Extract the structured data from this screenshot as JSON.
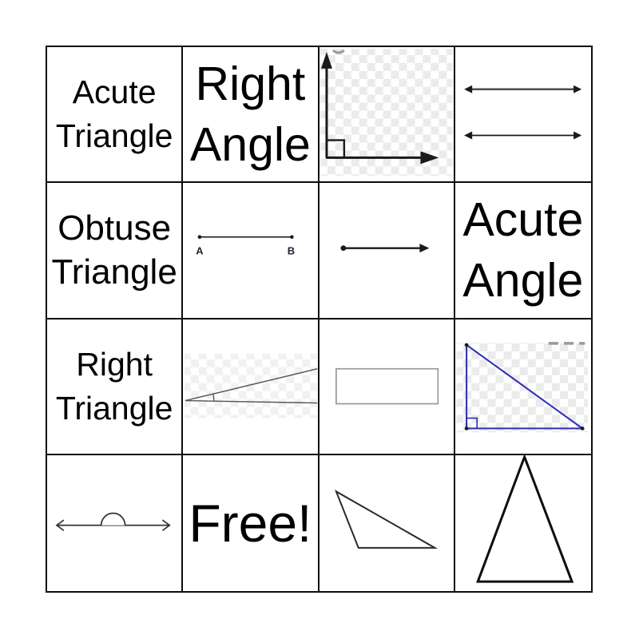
{
  "board": {
    "kind": "bingo-card",
    "rows": 4,
    "cols": 4,
    "cells": [
      {
        "row": 1,
        "col": 1,
        "type": "text",
        "label": "Acute Triangle"
      },
      {
        "row": 1,
        "col": 2,
        "type": "text",
        "label": "Right Angle"
      },
      {
        "row": 1,
        "col": 3,
        "type": "figure",
        "figure": "right-angle-icon",
        "description": "right angle made of two rays with arrowheads and a corner square, on transparency checkerboard"
      },
      {
        "row": 1,
        "col": 4,
        "type": "figure",
        "figure": "parallel-lines-icon",
        "description": "two horizontal parallel lines with arrowheads on both ends"
      },
      {
        "row": 2,
        "col": 1,
        "type": "text",
        "label": "Obtuse Triangle"
      },
      {
        "row": 2,
        "col": 2,
        "type": "figure",
        "figure": "line-segment-icon",
        "endpoint_labels": [
          "A",
          "B"
        ],
        "description": "line segment with endpoints labeled A and B"
      },
      {
        "row": 2,
        "col": 3,
        "type": "figure",
        "figure": "ray-icon",
        "description": "ray with endpoint dot on left and arrowhead on right"
      },
      {
        "row": 2,
        "col": 4,
        "type": "text",
        "label": "Acute Angle"
      },
      {
        "row": 3,
        "col": 1,
        "type": "text",
        "label": "Right Triangle"
      },
      {
        "row": 3,
        "col": 2,
        "type": "figure",
        "figure": "acute-angle-icon",
        "description": "narrow acute angle of two rays with small arc, on transparency checkerboard"
      },
      {
        "row": 3,
        "col": 3,
        "type": "figure",
        "figure": "rectangle-icon",
        "description": "rectangle outline"
      },
      {
        "row": 3,
        "col": 4,
        "type": "figure",
        "figure": "right-triangle-icon",
        "description": "blue right triangle with right-angle square marker, on transparency checkerboard"
      },
      {
        "row": 4,
        "col": 1,
        "type": "figure",
        "figure": "straight-angle-icon",
        "description": "straight line with arrows both ends and semicircle arc marking 180 degrees"
      },
      {
        "row": 4,
        "col": 2,
        "type": "text",
        "label": "Free!"
      },
      {
        "row": 4,
        "col": 3,
        "type": "figure",
        "figure": "obtuse-triangle-icon",
        "description": "thin obtuse scalene triangle outline"
      },
      {
        "row": 4,
        "col": 4,
        "type": "figure",
        "figure": "acute-triangle-icon",
        "description": "tall acute isosceles triangle outline"
      }
    ],
    "colors": {
      "grid_border": "#0c0c0c",
      "text": "#000000",
      "checker_gray": "#ebebeb",
      "checker_gray_light": "#f1f1f1",
      "blue_triangle": "#2d2db5",
      "figure_black": "#1a1a1a",
      "figure_gray": "#555555",
      "rectangle_gray": "#999999",
      "watermark_gray": "#9a9a9a"
    }
  }
}
